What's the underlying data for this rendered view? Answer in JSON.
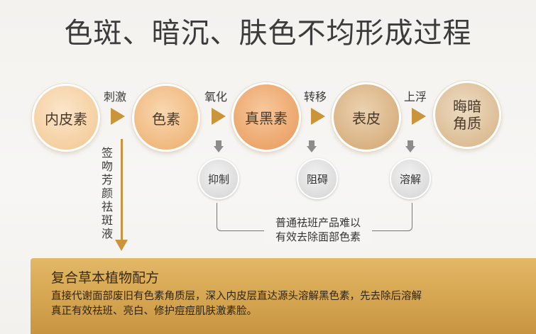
{
  "title": "色斑、暗沉、肤色不均形成过程",
  "stages": [
    "内皮素",
    "色素",
    "真黑素",
    "表皮",
    "晦暗角质"
  ],
  "stage5_lines": [
    "晦暗",
    "角质"
  ],
  "transitions": [
    "刺激",
    "氧化",
    "转移",
    "上浮"
  ],
  "vertical_label": [
    "签",
    "吻",
    "芳",
    "颜",
    "祛",
    "斑",
    "液"
  ],
  "blockers": [
    "抑制",
    "阻碍",
    "溶解"
  ],
  "bracket_text": [
    "普通祛班产品难以",
    "有效去除面部色素"
  ],
  "band": {
    "title": "复合草本植物配方",
    "lines": [
      "直接代谢面部废旧有色素角质层，深入内皮层直达源头溶解黑色素，先去除后溶解",
      "真正有效祛班、亮白、修护痘痘肌肤激素脸。"
    ]
  },
  "colors": {
    "accent": "#c9943a",
    "band": "#d9aa55",
    "gray_circle": "#dcdcdc"
  }
}
